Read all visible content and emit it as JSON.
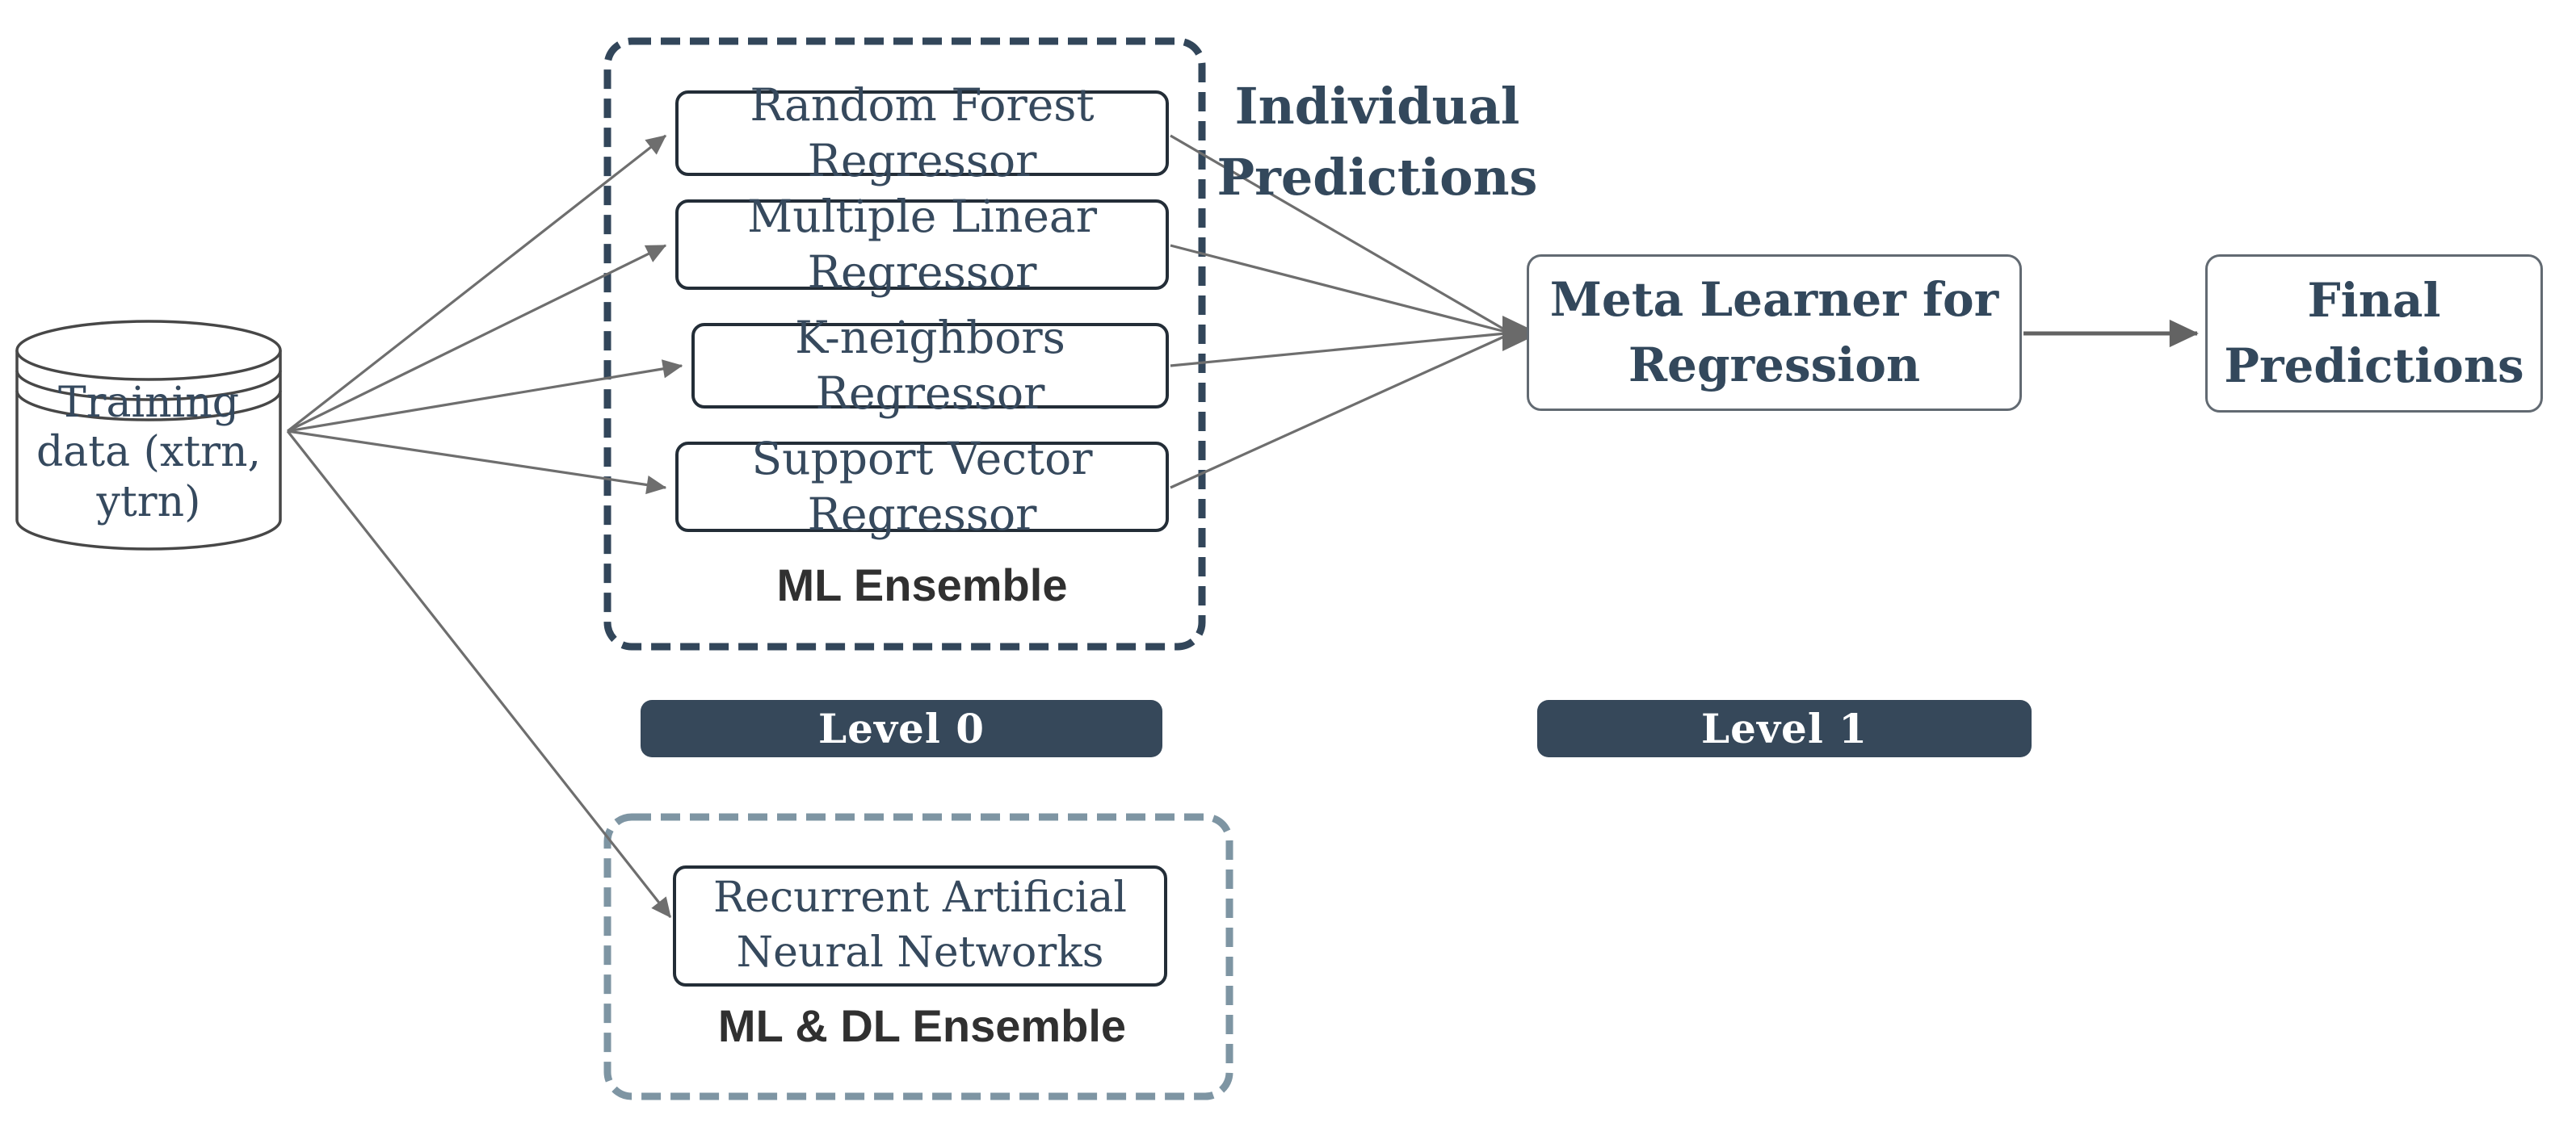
{
  "diagram": {
    "training_data": {
      "line1": "Training data",
      "line2": "(xtrn, ytrn)"
    },
    "ml_ensemble": {
      "label": "ML Ensemble",
      "models": [
        "Random Forest Regressor",
        "Multiple Linear Regressor",
        "K-neighbors Regressor",
        "Support Vector Regressor"
      ]
    },
    "dl_ensemble": {
      "label": "ML & DL Ensemble",
      "model_line1": "Recurrent Artificial",
      "model_line2": "Neural Networks"
    },
    "individual_predictions": {
      "line1": "Individual",
      "line2": "Predictions"
    },
    "meta_learner": {
      "line1": "Meta Learner for",
      "line2": "Regression"
    },
    "final_predictions": {
      "line1": "Final",
      "line2": "Predictions"
    },
    "levels": {
      "level0": "Level 0",
      "level1": "Level 1"
    },
    "colors": {
      "text_slate": "#35495e",
      "node_border": "#232d37",
      "dashed_dark": "#32465a",
      "dashed_light": "#7e95a3",
      "badge_bg": "#36485a",
      "arrow_gray": "#6e6e6e"
    }
  }
}
